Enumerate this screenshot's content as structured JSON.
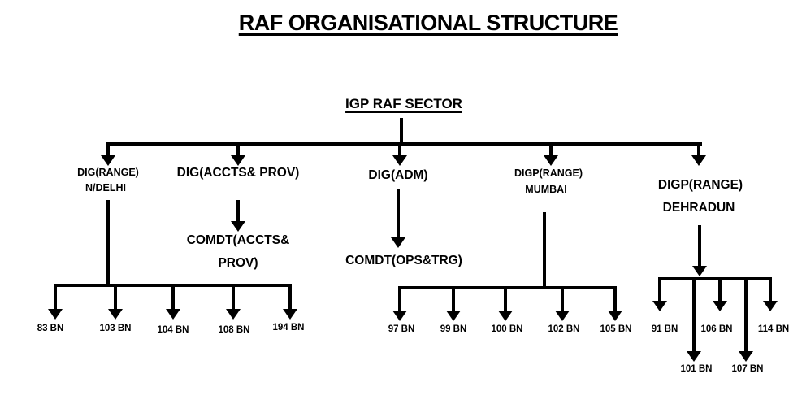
{
  "title": "RAF ORGANISATIONAL STRUCTURE",
  "root_label": "IGP RAF SECTOR",
  "branches": {
    "ndelhi": {
      "line1": "DIG(RANGE)",
      "line2": "N/DELHI"
    },
    "accts": {
      "label": "DIG(ACCTS& PROV)",
      "child_line1": "COMDT(ACCTS&",
      "child_line2": "PROV)"
    },
    "adm": {
      "label": "DIG(ADM)",
      "child": "COMDT(OPS&TRG)"
    },
    "mumbai": {
      "line1": "DIGP(RANGE)",
      "line2": "MUMBAI"
    },
    "dehradun": {
      "line1": "DIGP(RANGE)",
      "line2": "DEHRADUN"
    }
  },
  "battalions": {
    "ndelhi": [
      "83 BN",
      "103 BN",
      "104 BN",
      "108 BN",
      "194 BN"
    ],
    "mumbai": [
      "97 BN",
      "99 BN",
      "100 BN",
      "102 BN",
      "105 BN"
    ],
    "dehradun_row1": [
      "91 BN",
      "106 BN",
      "114 BN"
    ],
    "dehradun_row2": [
      "101 BN",
      "107 BN"
    ]
  },
  "colors": {
    "line": "#000000",
    "text": "#000000",
    "background": "#ffffff"
  }
}
